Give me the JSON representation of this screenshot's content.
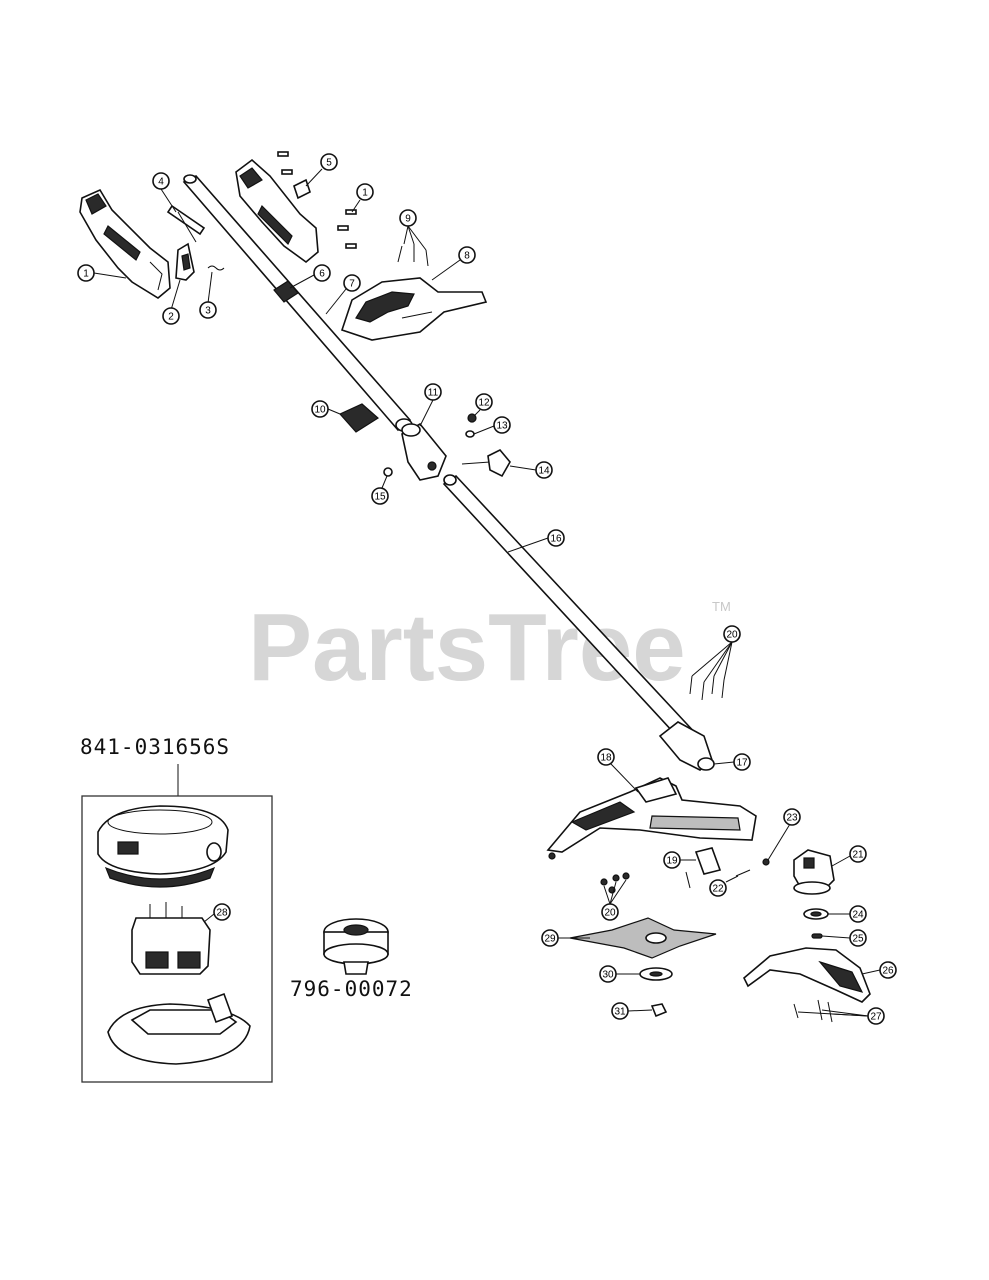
{
  "watermark": {
    "text": "PartsTree",
    "tm": "TM"
  },
  "kits": {
    "trimmer_head": {
      "part_number": "841-031656S"
    },
    "spool": {
      "part_number": "796-00072"
    }
  },
  "callouts": {
    "c1a": "1",
    "c1b": "1",
    "c2": "2",
    "c3": "3",
    "c4": "4",
    "c5": "5",
    "c6": "6",
    "c7": "7",
    "c8": "8",
    "c9": "9",
    "c10": "10",
    "c11": "11",
    "c12": "12",
    "c13": "13",
    "c14": "14",
    "c15": "15",
    "c16": "16",
    "c17": "17",
    "c18": "18",
    "c19": "19",
    "c20a": "20",
    "c20b": "20",
    "c21": "21",
    "c22": "22",
    "c23": "23",
    "c24": "24",
    "c25": "25",
    "c26": "26",
    "c27": "27",
    "c28": "28",
    "c29": "29",
    "c30": "30",
    "c31": "31"
  }
}
